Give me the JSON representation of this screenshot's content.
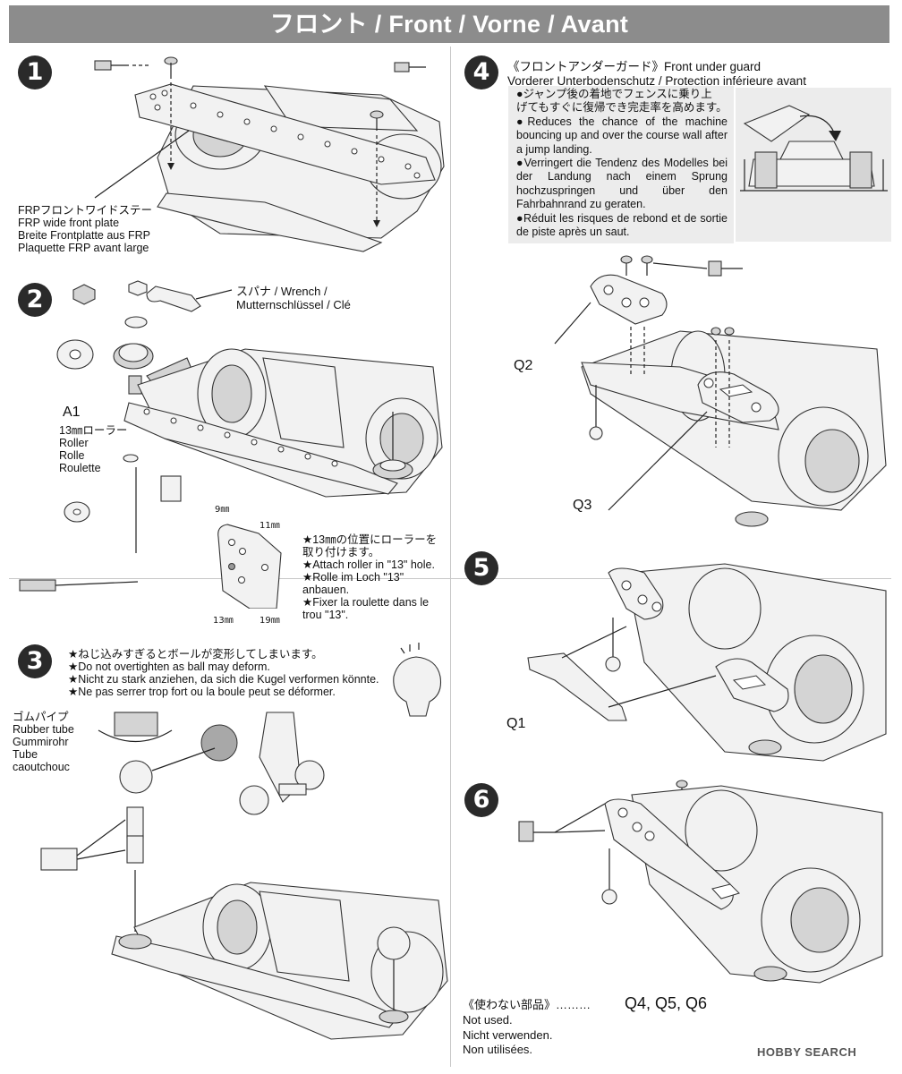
{
  "header": {
    "title": "フロント / Front / Vorne / Avant"
  },
  "steps": {
    "s1": {
      "number": "1",
      "part_label": [
        "FRPフロントワイドステー",
        "FRP wide front plate",
        "Breite Frontplatte aus FRP",
        "Plaquette FRP avant large"
      ]
    },
    "s2": {
      "number": "2",
      "wrench_label": [
        "スパナ / Wrench /",
        "Mutternschlüssel / Clé"
      ],
      "part_id": "A1",
      "roller_label": [
        "13㎜ローラー",
        "Roller",
        "Rolle",
        "Roulette"
      ],
      "hole_sizes": {
        "h9": "9㎜",
        "h11": "11㎜",
        "h13": "13㎜",
        "h19": "19㎜"
      },
      "note": [
        "★13㎜の位置にローラーを",
        "取り付けます。",
        "★Attach roller in \"13\" hole.",
        "★Rolle im Loch \"13\"",
        "anbauen.",
        "★Fixer la roulette dans le",
        "trou \"13\"."
      ]
    },
    "s3": {
      "number": "3",
      "warning": [
        "★ねじ込みすぎるとボールが変形してしまいます。",
        "★Do not overtighten as ball may deform.",
        "★Nicht zu stark anziehen, da sich die Kugel verformen könnte.",
        "★Ne pas serrer trop fort ou la boule peut se déformer."
      ],
      "tube_label": [
        "ゴムパイプ",
        "Rubber tube",
        "Gummirohr",
        "Tube",
        "caoutchouc"
      ]
    },
    "s4": {
      "number": "4",
      "title": [
        "《フロントアンダーガード》Front under guard",
        "Vorderer Unterbodenschutz / Protection inférieure avant"
      ],
      "info_ja": [
        "●ジャンプ後の着地でフェンスに乗り上",
        "げてもすぐに復帰でき完走率を高めます。"
      ],
      "info_en": "●Reduces the chance of the machine bouncing up and over the course wall after a jump landing.",
      "info_de": "●Verringert die Tendenz des Modelles bei der Landung nach einem Sprung hochzuspringen und über den Fahrbahnrand zu geraten.",
      "info_fr": "●Réduit les risques de rebond et de sortie de piste après un saut.",
      "part_q2": "Q2",
      "part_q3": "Q3"
    },
    "s5": {
      "number": "5",
      "part_q1": "Q1"
    },
    "s6": {
      "number": "6"
    }
  },
  "unused": {
    "title": "《使わない部品》………",
    "parts": "Q4, Q5, Q6",
    "lines": [
      "Not used.",
      "Nicht verwenden.",
      "Non utilisées."
    ]
  },
  "watermark": "HOBBY SEARCH",
  "colors": {
    "banner": "#8c8c8c",
    "step_circle": "#2a2a2a",
    "info_box": "#ececec"
  }
}
